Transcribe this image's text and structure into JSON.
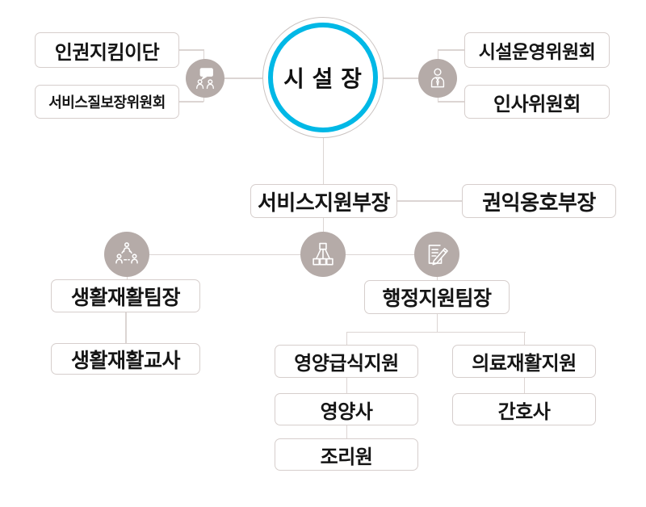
{
  "nodes": {
    "director": "시 설 장",
    "human_rights_team": "인권지킴이단",
    "service_quality_committee": "서비스질보장위원회",
    "facility_operation_committee": "시설운영위원회",
    "hr_committee": "인사위원회",
    "service_support_manager": "서비스지원부장",
    "advocacy_manager": "권익옹호부장",
    "life_rehab_team_leader": "생활재활팀장",
    "life_rehab_teacher": "생활재활교사",
    "admin_support_team_leader": "행정지원팀장",
    "nutrition_meal_support": "영양급식지원",
    "medical_rehab_support": "의료재활지원",
    "nutritionist": "영양사",
    "nurse": "간호사",
    "cook": "조리원"
  },
  "icons": {
    "communication": "speech-bubble-people-icon",
    "manager": "person-tie-icon",
    "team": "people-network-icon",
    "organization": "org-structure-icon",
    "admin": "document-pencil-icon"
  },
  "colors": {
    "accent_cyan": "#00b8e6",
    "icon_circle_bg": "#b5aba8",
    "box_border": "#d6cecc",
    "connector_line": "#dcd5d3",
    "text": "#151515"
  }
}
